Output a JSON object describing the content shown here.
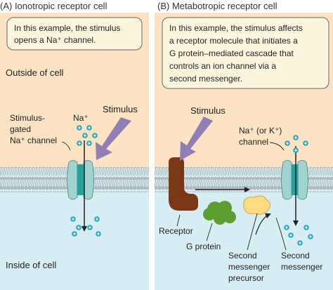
{
  "panels": {
    "left": {
      "header": "(A)  Ionotropic receptor cell",
      "note_lines": [
        "In this example, the stimulus",
        "opens a Na⁺ channel."
      ],
      "outside_label": "Outside of cell",
      "inside_label": "Inside of cell",
      "ion_label": "Na⁺",
      "stimulus_label": "Stimulus",
      "channel_label_lines": [
        "Stimulus-",
        "gated",
        "Na⁺ channel"
      ]
    },
    "right": {
      "header": "(B)  Metabotropic receptor cell",
      "note_lines": [
        "In this example, the stimulus affects",
        "a receptor molecule that initiates a",
        "G protein–mediated cascade that",
        "controls an ion channel via a",
        "second messenger."
      ],
      "stimulus_label": "Stimulus",
      "channel_label_lines": [
        "Na⁺ (or K⁺)",
        "channel"
      ],
      "receptor_label": "Receptor",
      "g_protein_label": "G protein",
      "precursor_label_lines": [
        "Second",
        "messenger",
        "precursor"
      ],
      "second_messenger_label_lines": [
        "Second",
        "messenger"
      ]
    }
  },
  "colors": {
    "outside": "#fbe3c3",
    "inside": "#d6eef3",
    "membrane_head": "#b9bec2",
    "channel": "#9fd4d0",
    "channel_pore": "#1fa59d",
    "stimulus_arrow": "#8f7fb3",
    "receptor": "#7a3716",
    "g_protein": "#5c9e2f",
    "precursor": "#fbdc84",
    "ion": "#22a4b8"
  }
}
